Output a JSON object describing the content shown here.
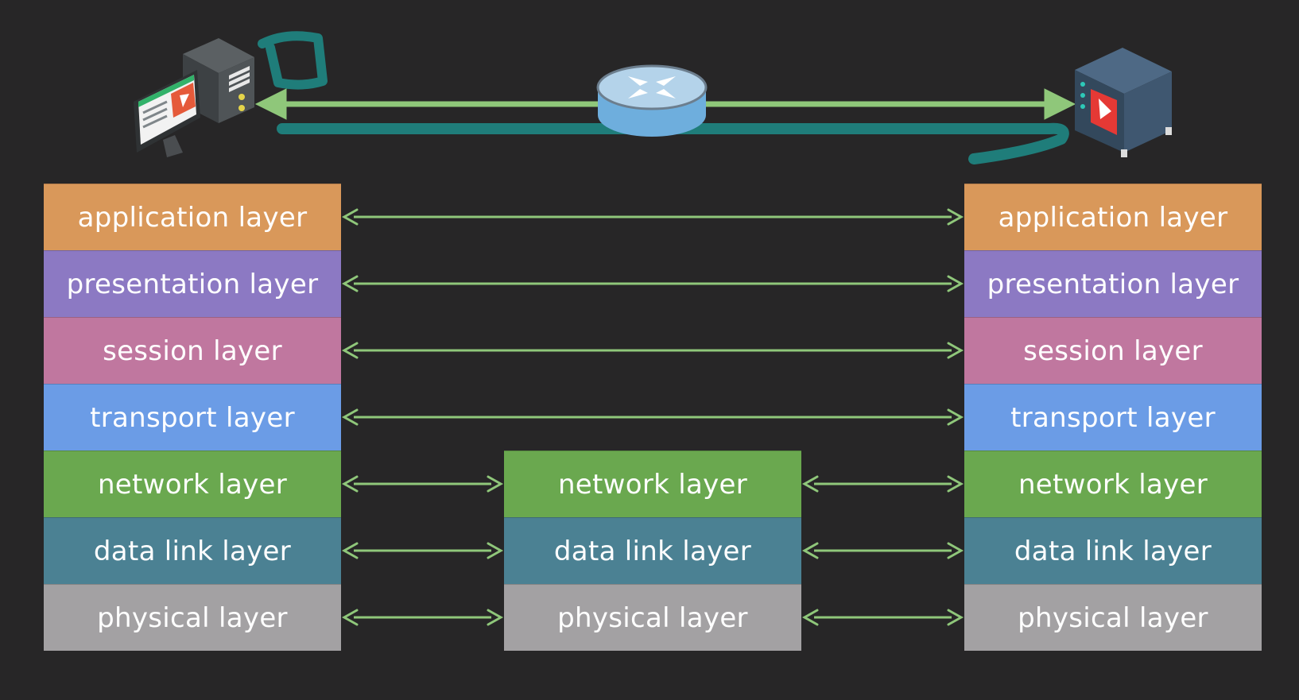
{
  "colors": {
    "background": "#272627",
    "application": "#d9985a",
    "presentation": "#8c79c3",
    "session": "#c0779f",
    "transport": "#6b9ce6",
    "network": "#6aa84f",
    "data_link": "#4b8193",
    "physical": "#a3a1a3",
    "arrow": "#8fc77a",
    "annotation": "#1f7d7a"
  },
  "left_stack": {
    "layers": [
      {
        "key": "application",
        "label": "application layer"
      },
      {
        "key": "presentation",
        "label": "presentation layer"
      },
      {
        "key": "session",
        "label": "session layer"
      },
      {
        "key": "transport",
        "label": "transport layer"
      },
      {
        "key": "network",
        "label": "network layer"
      },
      {
        "key": "data_link",
        "label": "data link layer"
      },
      {
        "key": "physical",
        "label": "physical layer"
      }
    ]
  },
  "middle_stack": {
    "layers": [
      {
        "key": "network",
        "label": "network layer"
      },
      {
        "key": "data_link",
        "label": "data link layer"
      },
      {
        "key": "physical",
        "label": "physical layer"
      }
    ]
  },
  "right_stack": {
    "layers": [
      {
        "key": "application",
        "label": "application layer"
      },
      {
        "key": "presentation",
        "label": "presentation layer"
      },
      {
        "key": "session",
        "label": "session layer"
      },
      {
        "key": "transport",
        "label": "transport layer"
      },
      {
        "key": "network",
        "label": "network layer"
      },
      {
        "key": "data_link",
        "label": "data link layer"
      },
      {
        "key": "physical",
        "label": "physical layer"
      }
    ]
  },
  "icons": {
    "client": "desktop-computer-icon",
    "router": "router-icon",
    "server": "video-server-icon"
  }
}
